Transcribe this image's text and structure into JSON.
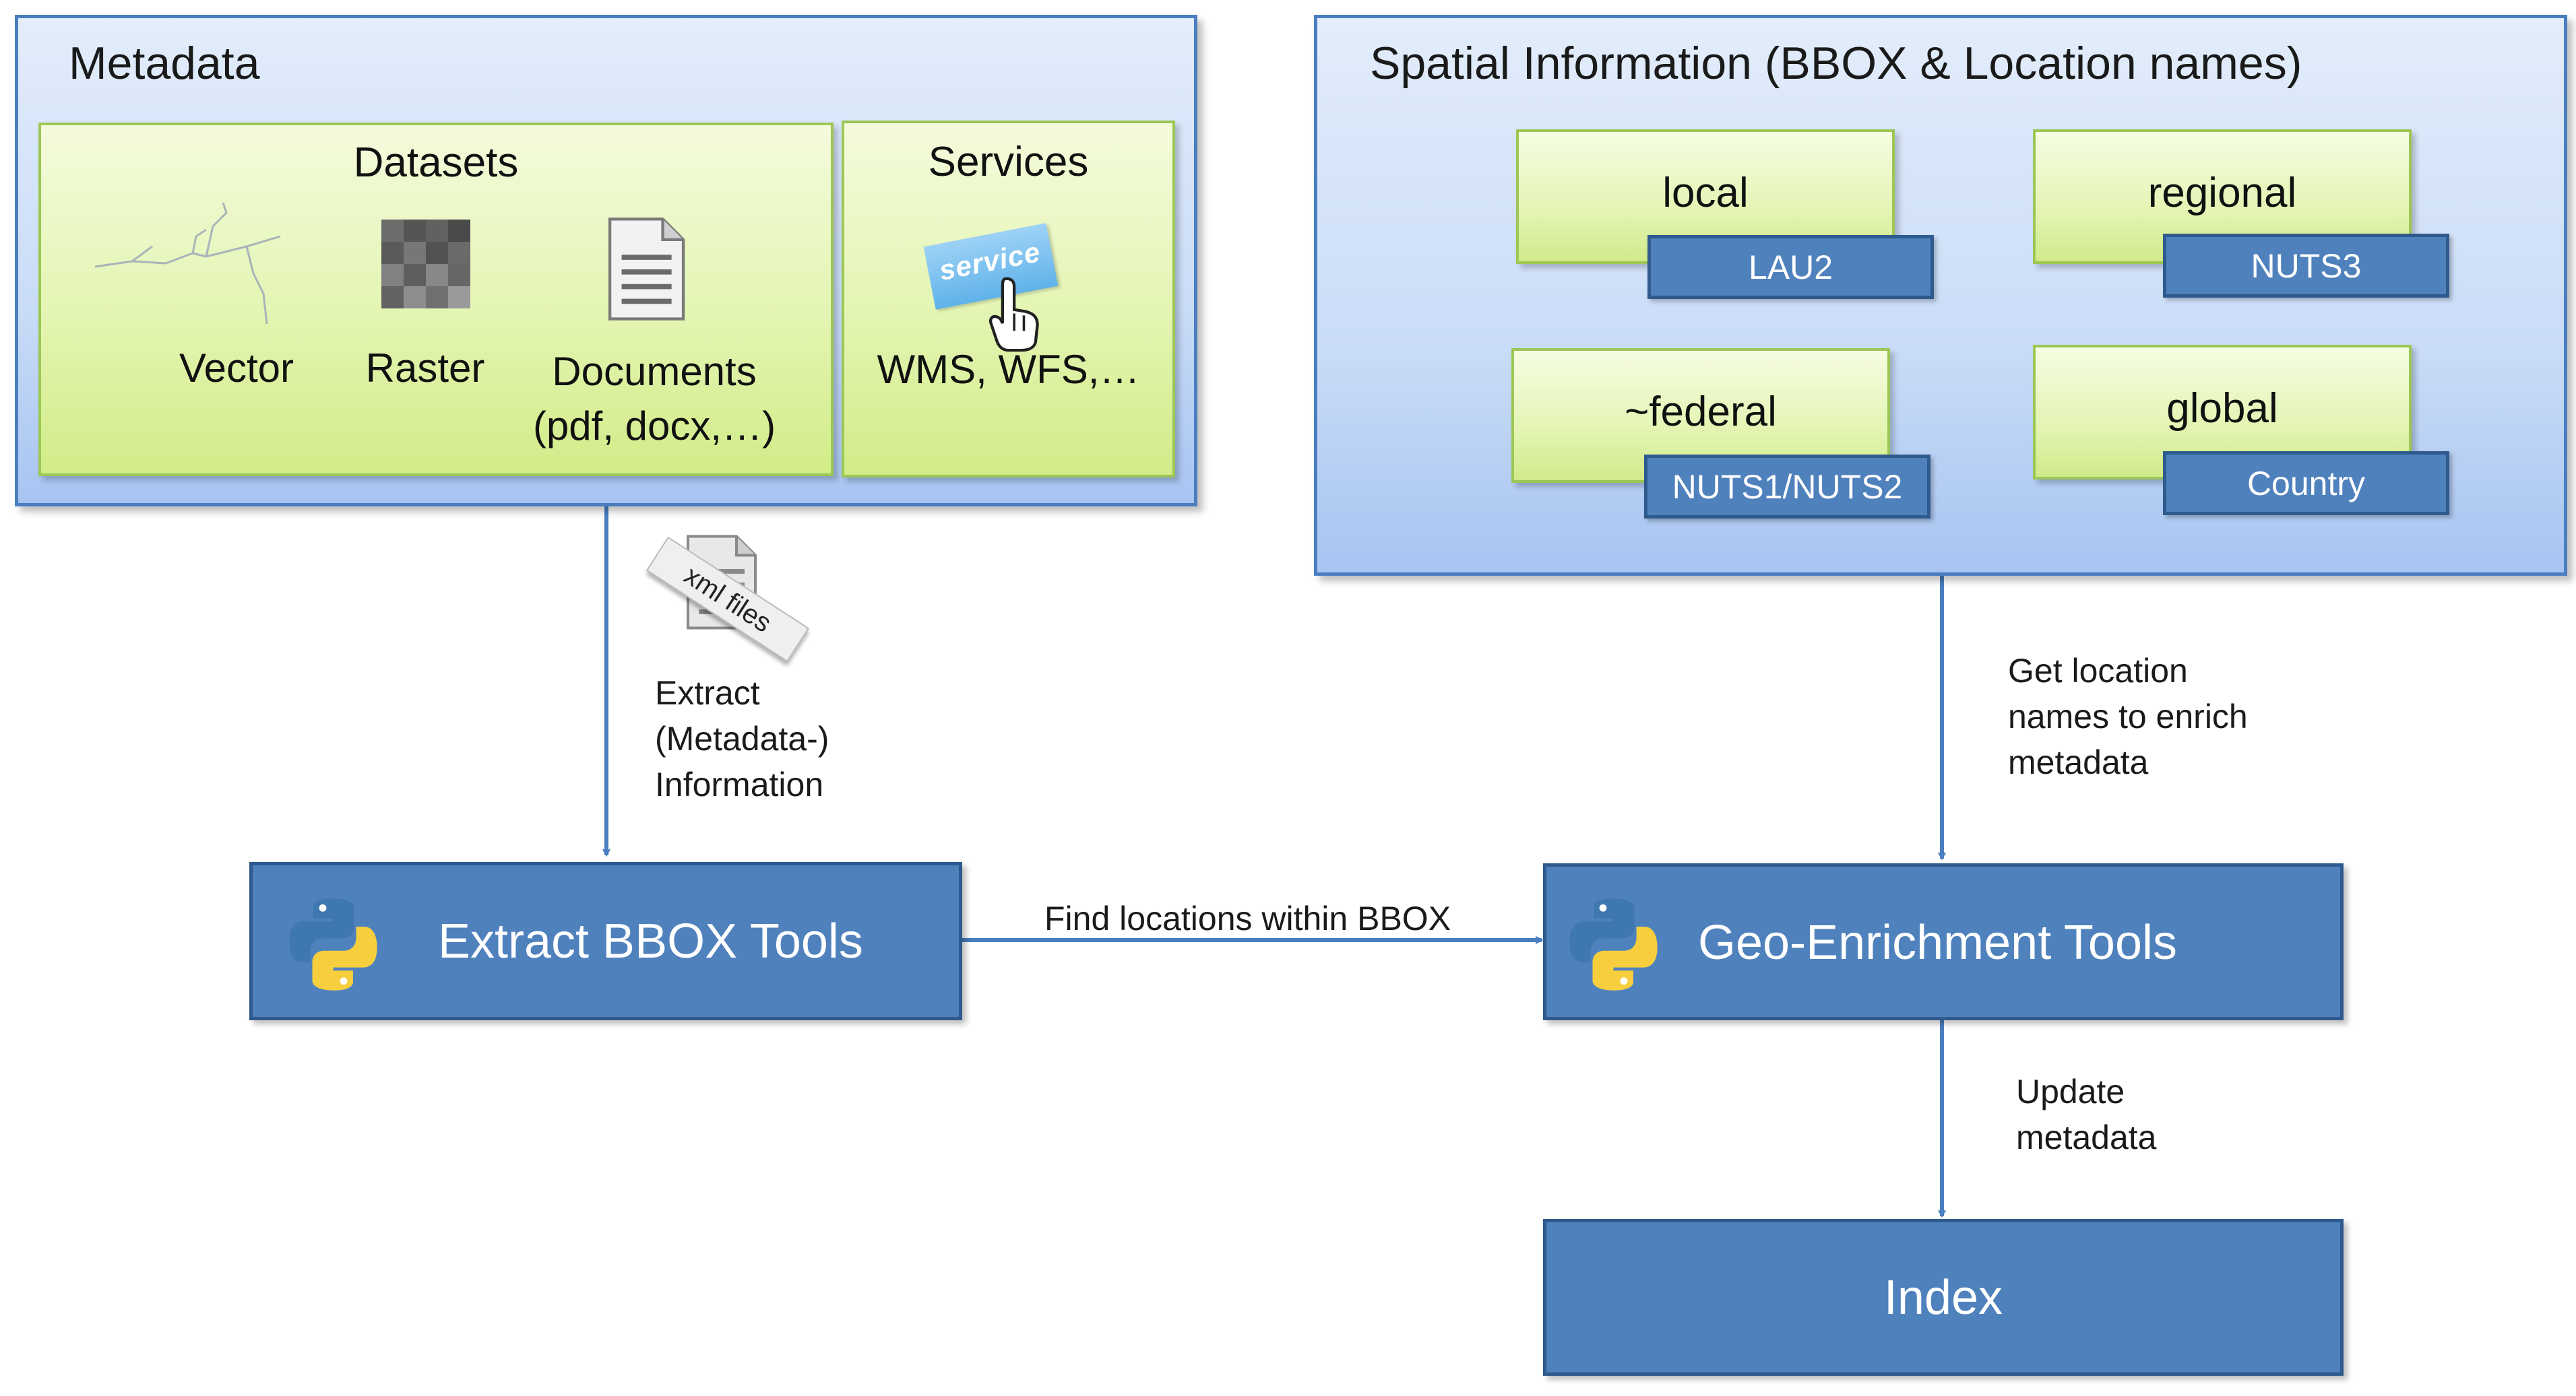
{
  "metadata_panel": {
    "title": "Metadata",
    "datasets": {
      "title": "Datasets",
      "items": [
        {
          "label": "Vector",
          "icon": "vector-lines-icon"
        },
        {
          "label": "Raster",
          "icon": "raster-grid-icon"
        },
        {
          "label": "Documents\n(pdf, docx,…)",
          "icon": "document-icon"
        }
      ]
    },
    "services": {
      "title": "Services",
      "badge": "service",
      "icon": "hand-cursor-icon",
      "label": "WMS, WFS,…"
    }
  },
  "spatial_panel": {
    "title": "Spatial Information (BBOX & Location names)",
    "levels": [
      {
        "name": "local",
        "code": "LAU2"
      },
      {
        "name": "regional",
        "code": "NUTS3"
      },
      {
        "name": "~federal",
        "code": "NUTS1/NUTS2"
      },
      {
        "name": "global",
        "code": "Country"
      }
    ]
  },
  "xml_badge": "xml files",
  "tools": {
    "extract": {
      "label": "Extract BBOX Tools",
      "icon": "python-logo-icon"
    },
    "geo": {
      "label": "Geo-Enrichment Tools",
      "icon": "python-logo-icon"
    },
    "index": {
      "label": "Index"
    }
  },
  "edges": {
    "extract_info": "Extract\n(Metadata-)\nInformation",
    "find_locations": "Find locations within BBOX",
    "get_names": "Get location\nnames to enrich\nmetadata",
    "update": "Update\nmetadata"
  },
  "colors": {
    "tool_fill": "#4f81bd",
    "tool_border": "#2f5a8e",
    "panel_border": "#4a7ec0",
    "green_border": "#9cc755",
    "arrow": "#4a7ec0"
  }
}
